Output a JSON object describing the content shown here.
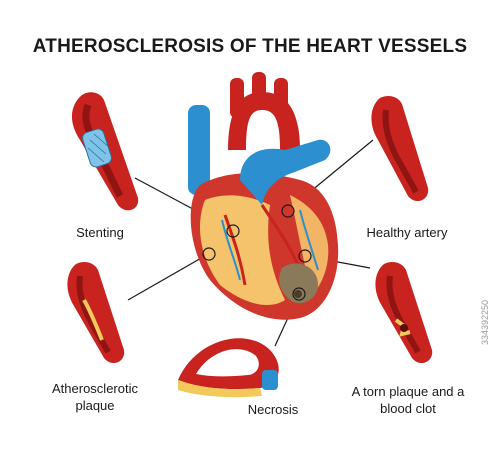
{
  "title": "ATHEROSCLEROSIS OF THE HEART VESSELS",
  "labels": {
    "stenting": "Stenting",
    "healthy": "Healthy artery",
    "athero": "Atherosclerotic plaque",
    "necrosis": "Necrosis",
    "torn": "A torn plaque and a blood clot"
  },
  "watermark": "334392250",
  "colors": {
    "artery": "#c8231e",
    "artery_dark": "#8f1412",
    "heart": "#d0372c",
    "fat": "#f5c36b",
    "vein": "#2b8fd0",
    "plaque": "#f2c95a",
    "necrosis": "#8a7a5a"
  }
}
